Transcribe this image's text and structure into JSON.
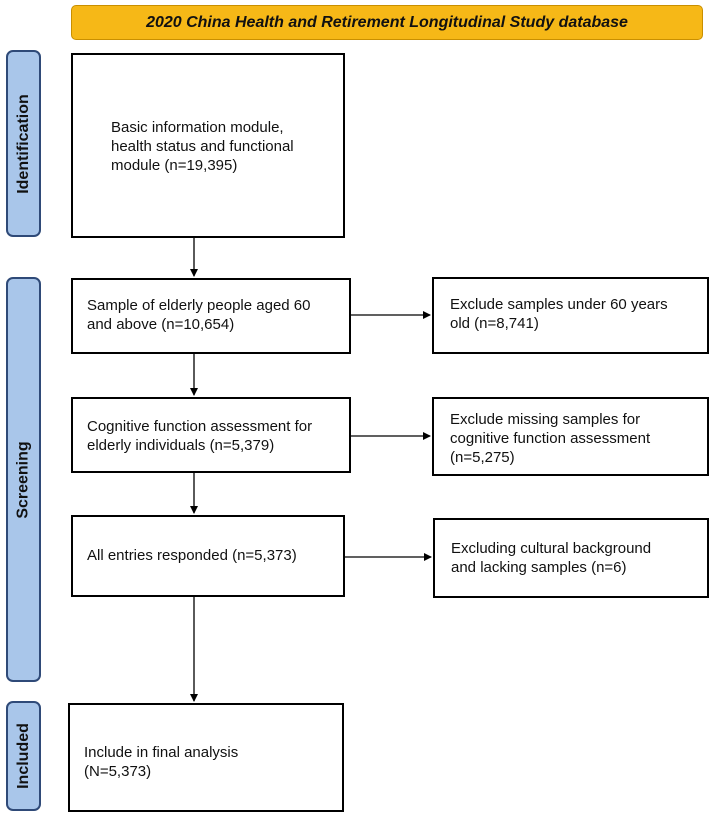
{
  "header": {
    "title": "2020 China Health and Retirement Longitudinal Study database",
    "fill_color": "#f6b817"
  },
  "stages": {
    "identification": "Identification",
    "screening": "Screening",
    "included": "Included",
    "fill_color": "#a9c6ea",
    "border_color": "#2f4a78"
  },
  "boxes": {
    "basic_info": {
      "line1": "Basic information module,",
      "line2": "health status and functional",
      "line3": "module (n=19,395)"
    },
    "sample_elderly": {
      "line1": "Sample of elderly people aged 60",
      "line2": "and above (n=10,654)"
    },
    "exclude_under_60": {
      "line1": "Exclude samples under 60 years",
      "line2": "old (n=8,741)"
    },
    "cognitive_assessment": {
      "line1": "Cognitive function assessment for",
      "line2": "elderly individuals (n=5,379)"
    },
    "exclude_missing": {
      "line1": "Exclude missing samples for",
      "line2": "cognitive function assessment",
      "line3": "(n=5,275)"
    },
    "all_responded": {
      "line1": "All entries responded (n=5,373)"
    },
    "exclude_cultural": {
      "line1": "Excluding cultural background",
      "line2": "and lacking samples (n=6)"
    },
    "final_analysis": {
      "line1": "Include in final analysis",
      "line2": "(N=5,373)"
    }
  }
}
